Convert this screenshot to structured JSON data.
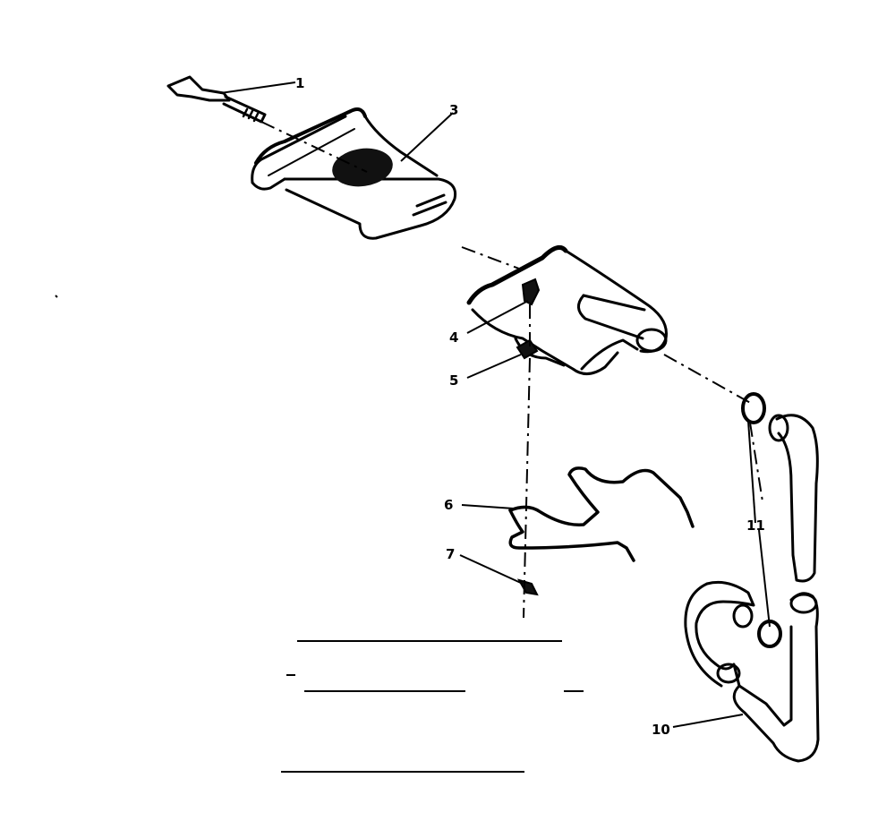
{
  "parts": [
    {
      "id": "part-1",
      "label": "1"
    },
    {
      "id": "part-3",
      "label": "3"
    },
    {
      "id": "part-4",
      "label": "4"
    },
    {
      "id": "part-5",
      "label": "5"
    },
    {
      "id": "part-6",
      "label": "6"
    },
    {
      "id": "part-7",
      "label": "7"
    },
    {
      "id": "part-10",
      "label": "10"
    },
    {
      "id": "part-11",
      "label": "11"
    }
  ]
}
